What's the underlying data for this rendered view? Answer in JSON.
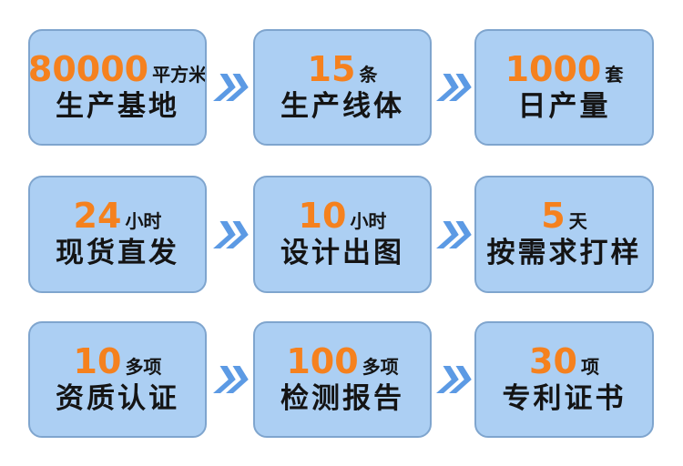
{
  "infographic": {
    "type": "company-stats-grid",
    "colors": {
      "card_fill": "#ACCFF3",
      "card_border": "#7FA5CE",
      "number_accent": "#F5811E",
      "text_black": "#141414",
      "chevron_blue": "#5C9AE4",
      "background": "#FFFFFF"
    },
    "chevron_icon": "double-right-chevron"
  },
  "cards": [
    {
      "number": "80000",
      "unit": "平方米",
      "label": "生产基地"
    },
    {
      "number": "15",
      "unit": "条",
      "label": "生产线体"
    },
    {
      "number": "1000",
      "unit": "套",
      "label": "日产量"
    },
    {
      "number": "24",
      "unit": "小时",
      "label": "现货直发"
    },
    {
      "number": "10",
      "unit": "小时",
      "label": "设计出图"
    },
    {
      "number": "5",
      "unit": "天",
      "label": "按需求打样"
    },
    {
      "number": "10",
      "unit": "多项",
      "label": "资质认证"
    },
    {
      "number": "100",
      "unit": "多项",
      "label": "检测报告"
    },
    {
      "number": "30",
      "unit": "项",
      "label": "专利证书"
    }
  ]
}
